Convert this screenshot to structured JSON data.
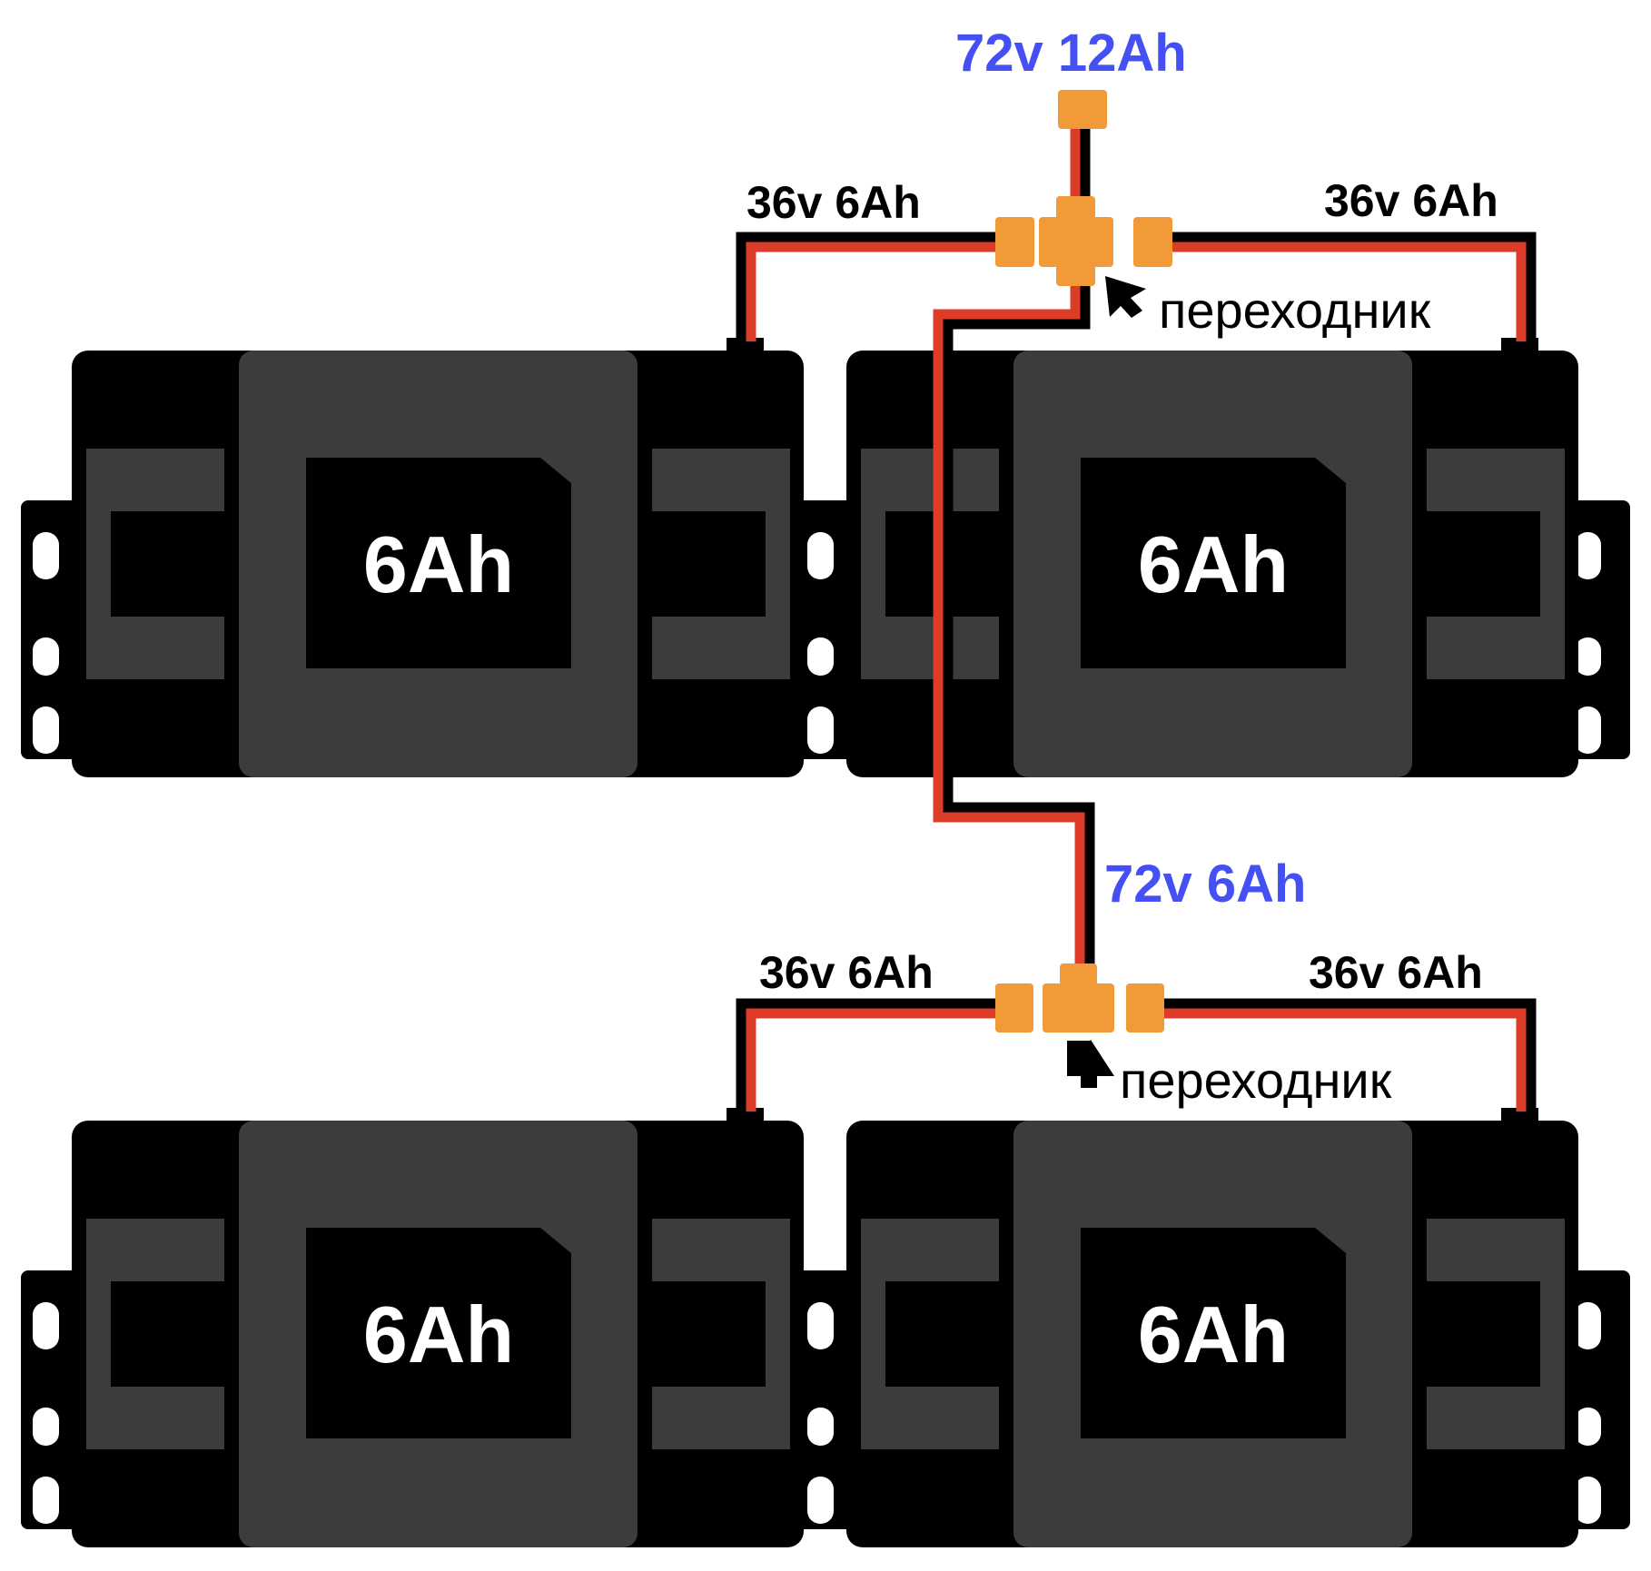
{
  "title": "Battery wiring: 4 × 36v 6Ah packs",
  "colors": {
    "battery_body": "#000000",
    "battery_panel": "#3c3c3c",
    "connector": "#f29a38",
    "wire_positive": "#dc3c28",
    "wire_negative": "#000000",
    "total_label": "#4450f4"
  },
  "labels": {
    "total_output": "72v 12Ah",
    "series_group_output": "72v 6Ah",
    "top_left_pack": "36v 6Ah",
    "top_right_pack": "36v 6Ah",
    "bottom_left_pack": "36v 6Ah",
    "bottom_right_pack": "36v 6Ah",
    "top_adapter": "переходник",
    "bottom_adapter": "переходник"
  },
  "batteries": [
    {
      "id": "top-left",
      "capacity": "6Ah"
    },
    {
      "id": "top-right",
      "capacity": "6Ah"
    },
    {
      "id": "bottom-left",
      "capacity": "6Ah"
    },
    {
      "id": "bottom-right",
      "capacity": "6Ah"
    }
  ],
  "icons": {
    "top_adapter_pointer": "cursor-arrow-icon",
    "bottom_adapter_pointer": "up-arrow-icon"
  }
}
